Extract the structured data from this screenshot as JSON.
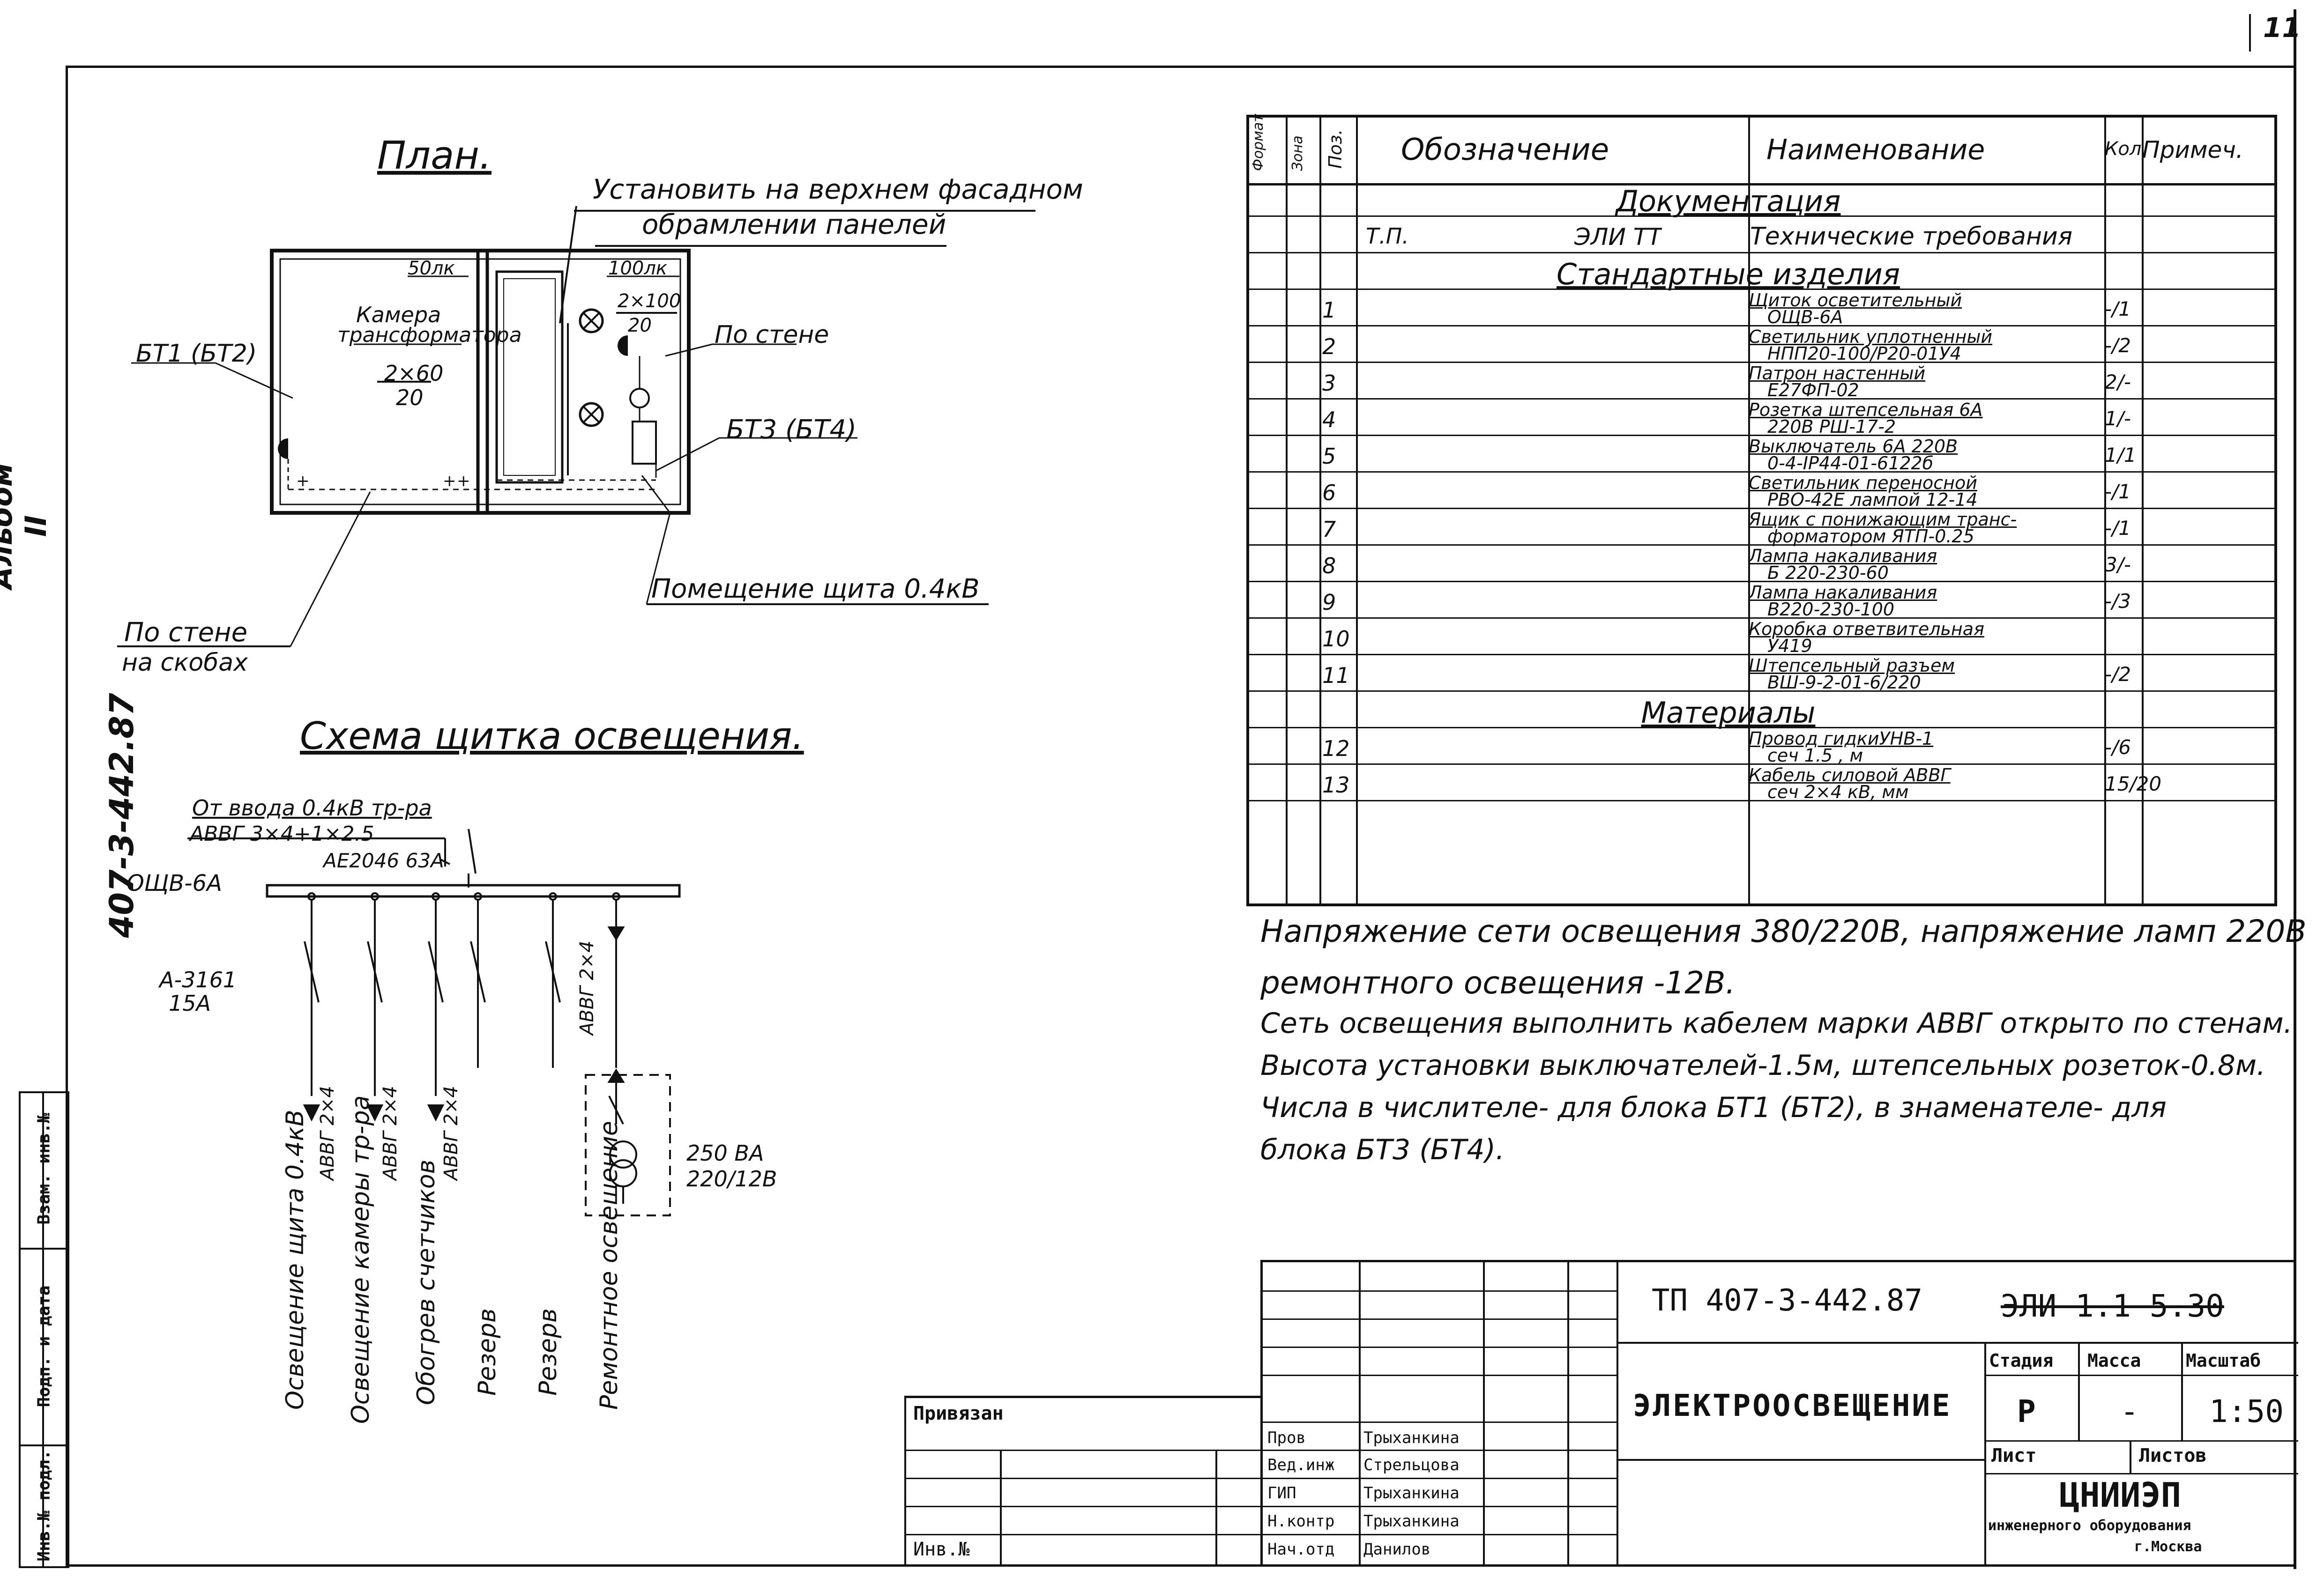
{
  "sheet": {
    "page_number": "11",
    "album": "Альбом II",
    "doc_code": "407-3-442.87"
  },
  "left_stamps": [
    "Взам. инв.№",
    "Подп. и дата",
    "Инв.№ подл."
  ],
  "plan": {
    "title": "План.",
    "note_top_1": "Установить на верхнем фасадном",
    "note_top_2": "обрамлении панелей",
    "room1_lux": "50лк",
    "room1_name_1": "Камера",
    "room1_name_2": "трансформатора",
    "room1_frac_num": "2×60",
    "room1_frac_den": "20",
    "room2_lux": "100лк",
    "room2_frac_num": "2×100",
    "room2_frac_den": "20",
    "label_bt1": "БТ1 (БТ2)",
    "label_bt3": "БТ3 (БТ4)",
    "label_wall": "По стене",
    "label_wall2_1": "По стене",
    "label_wall2_2": "на скобах",
    "label_room": "Помещение щита 0.4кВ"
  },
  "scheme": {
    "title": "Схема щитка освещения.",
    "feed_1": "От ввода 0.4кВ тр-ра",
    "feed_2": "АВВГ 3×4+1×2.5",
    "breaker": "АЕ2046 63А",
    "panel": "ОЩВ-6А",
    "switch_type_1": "А-3161",
    "switch_type_2": "15А",
    "cable_1": "АВВГ",
    "cable_2": "2×4",
    "transformer_1": "250 ВА",
    "transformer_2": "220/12В",
    "feeders": [
      "Освещение щита 0.4кВ",
      "Освещение камеры тр-ра",
      "Обогрев счетчиков",
      "Резерв",
      "Резерв",
      "Ремонтное освещение"
    ]
  },
  "spec": {
    "headers": {
      "format": "Формат",
      "zone": "Зона",
      "pos": "Поз.",
      "designation": "Обозначение",
      "name": "Наименование",
      "qty": "Кол.",
      "note": "Примеч."
    },
    "section_docs": "Документация",
    "doc_row": {
      "d1": "Т.П.",
      "d2": "ЭЛИ ТТ",
      "name": "Технические требования"
    },
    "section_std": "Стандартные изделия",
    "section_mat": "Материалы",
    "rows": [
      {
        "pos": "1",
        "n1": "Щиток осветительный",
        "n2": "ОЩВ-6А",
        "qty": "-/1"
      },
      {
        "pos": "2",
        "n1": "Светильник уплотненный",
        "n2": "НПП20-100/Р20-01У4",
        "qty": "-/2"
      },
      {
        "pos": "3",
        "n1": "Патрон настенный",
        "n2": "Е27ФП-02",
        "qty": "2/-"
      },
      {
        "pos": "4",
        "n1": "Розетка штепсельная 6А",
        "n2": "220В РШ-17-2",
        "qty": "1/-"
      },
      {
        "pos": "5",
        "n1": "Выключатель 6А 220В",
        "n2": "0-4-IР44-01-6122б",
        "qty": "1/1"
      },
      {
        "pos": "6",
        "n1": "Светильник переносной",
        "n2": "РВО-42Е лампой 12-14",
        "qty": "-/1"
      },
      {
        "pos": "7",
        "n1": "Ящик с понижающим транс-",
        "n2": "форматором ЯТП-0.25",
        "qty": "-/1"
      },
      {
        "pos": "8",
        "n1": "Лампа накаливания",
        "n2": "Б 220-230-60",
        "qty": "3/-"
      },
      {
        "pos": "9",
        "n1": "Лампа накаливания",
        "n2": "В220-230-100",
        "qty": "-/3"
      },
      {
        "pos": "10",
        "n1": "Коробка ответвительная",
        "n2": "У419",
        "qty": ""
      },
      {
        "pos": "11",
        "n1": "Штепсельный разъем",
        "n2": "ВШ-9-2-01-6/220",
        "qty": "-/2"
      },
      {
        "pos": "12",
        "n1": "Провод гидкиУНВ-1",
        "n2": "сеч 1.5          , м",
        "qty": "-/6"
      },
      {
        "pos": "13",
        "n1": "Кабель силовой АВВГ",
        "n2": "сеч 2×4 кВ, мм",
        "qty": "15/20"
      }
    ]
  },
  "notes": [
    "Напряжение сети освещения 380/220В, напряжение ламп 220В",
    "ремонтного освещения -12В.",
    "Сеть освещения выполнить кабелем марки АВВГ открыто по стенам.",
    "Высота установки выключателей-1.5м, штепсельных розеток-0.8м.",
    "Числа в числителе- для блока БТ1 (БТ2), в знаменателе- для",
    "блока БТ3 (БТ4)."
  ],
  "title_block": {
    "project_code": "ТП 407-3-442.87",
    "sheet_code": "ЭЛИ 1.1 5.30",
    "title": "ЭЛЕКТРООСВЕЩЕНИЕ",
    "stage_label": "Стадия",
    "mass_label": "Масса",
    "scale_label": "Масштаб",
    "stage": "Р",
    "mass": "-",
    "scale": "1:50",
    "sheet_label": "Лист",
    "sheets_label": "Листов",
    "org_1": "ЦНИИЭП",
    "org_2": "инженерного оборудования",
    "org_3": "г.Москва",
    "privyazan": "Привязан",
    "inv": "Инв.№",
    "roles": [
      {
        "role": "Пров",
        "name": "Трыханкина"
      },
      {
        "role": "Вед.инж",
        "name": "Стрельцова"
      },
      {
        "role": "ГИП",
        "name": "Трыханкина"
      },
      {
        "role": "Н.контр",
        "name": "Трыханкина"
      },
      {
        "role": "Нач.отд",
        "name": "Данилов"
      }
    ]
  }
}
